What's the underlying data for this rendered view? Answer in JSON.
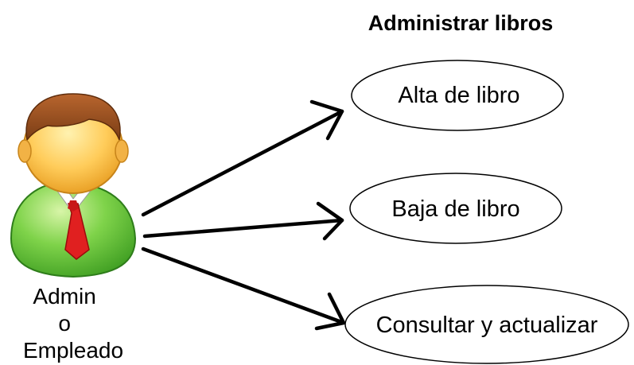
{
  "diagram": {
    "title": "Administrar libros",
    "actor": {
      "label_lines": [
        "Admin",
        "o",
        "Empleado"
      ],
      "icon": "user-icon"
    },
    "use_cases": [
      {
        "label": "Alta de libro"
      },
      {
        "label": "Baja de libro"
      },
      {
        "label": "Consultar y actualizar"
      }
    ]
  }
}
